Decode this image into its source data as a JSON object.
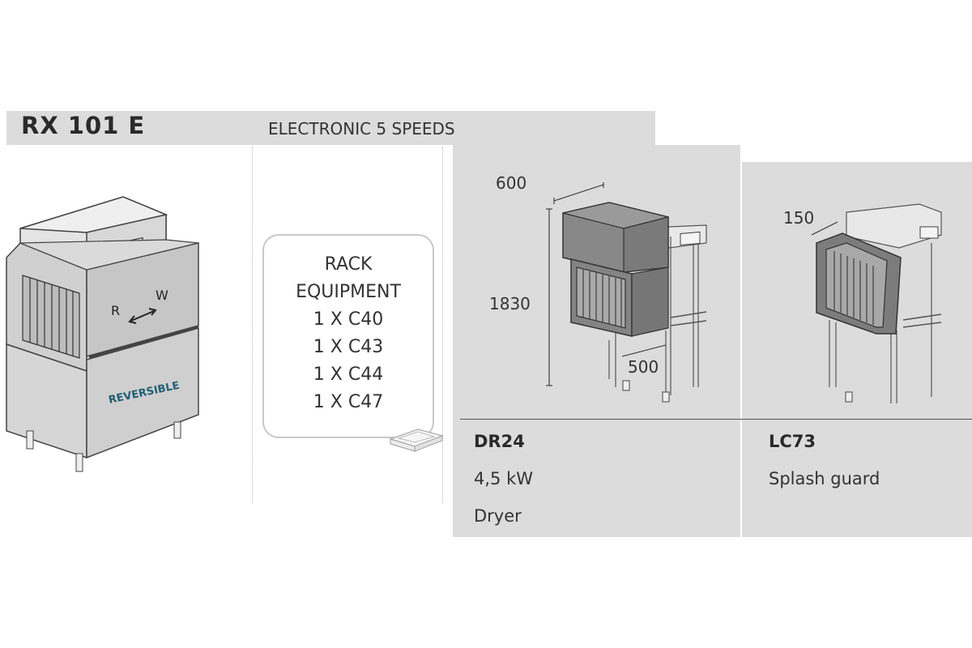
{
  "header": {
    "model": "RX 101 E",
    "subtitle": "ELECTRONIC 5 SPEEDS"
  },
  "machine": {
    "label_r": "R",
    "label_w": "W",
    "label_reversible": "REVERSIBLE"
  },
  "rack": {
    "lines": [
      "RACK",
      "EQUIPMENT",
      "1 X C40",
      "1 X C43",
      "1 X C44",
      "1 X C47"
    ]
  },
  "accessories": [
    {
      "code": "DR24",
      "details": [
        "4,5 kW",
        "Dryer"
      ],
      "dimensions": {
        "width": "600",
        "height": "1830",
        "depth": "500"
      }
    },
    {
      "code": "LC73",
      "details": [
        "Splash guard"
      ],
      "dimensions": {
        "width": "150"
      }
    }
  ],
  "colors": {
    "header_band": "#dcdcdc",
    "panel": "#dcdcdc",
    "reversible_text": "#1f5e73"
  }
}
